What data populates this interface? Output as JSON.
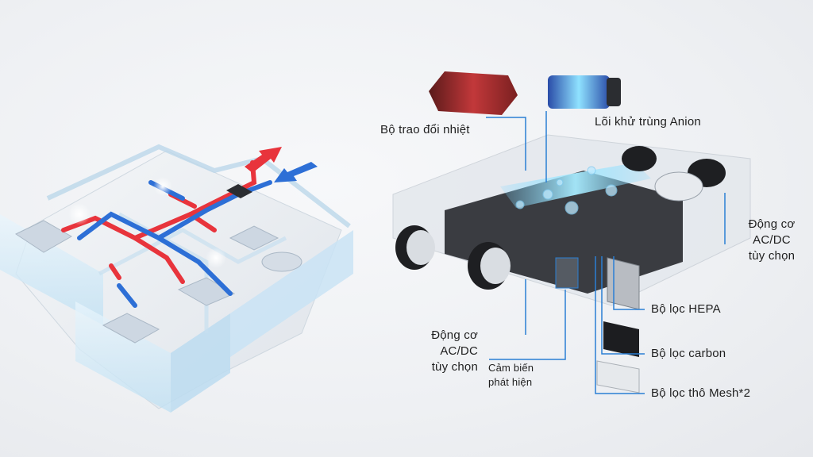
{
  "labels": {
    "heat_exchanger": "Bộ trao đổi nhiệt",
    "anion_core": "Lõi khử trùng Anion",
    "motor_right": [
      "Động cơ",
      "AC/DC",
      "tùy chọn"
    ],
    "motor_left": [
      "Động cơ",
      "AC/DC",
      "tùy chọn"
    ],
    "sensor": [
      "Cảm biến",
      "phát hiện"
    ],
    "hepa_filter": "Bộ lọc HEPA",
    "carbon_filter": "Bộ lọc carbon",
    "mesh_filter": "Bộ lọc thô Mesh*2"
  },
  "colors": {
    "leader_line": "#2a7fd4",
    "supply_air": "#e8343c",
    "return_air": "#2d6fd6",
    "house_glass": "#cfe6f5",
    "unit_dark": "#2b2d31"
  }
}
